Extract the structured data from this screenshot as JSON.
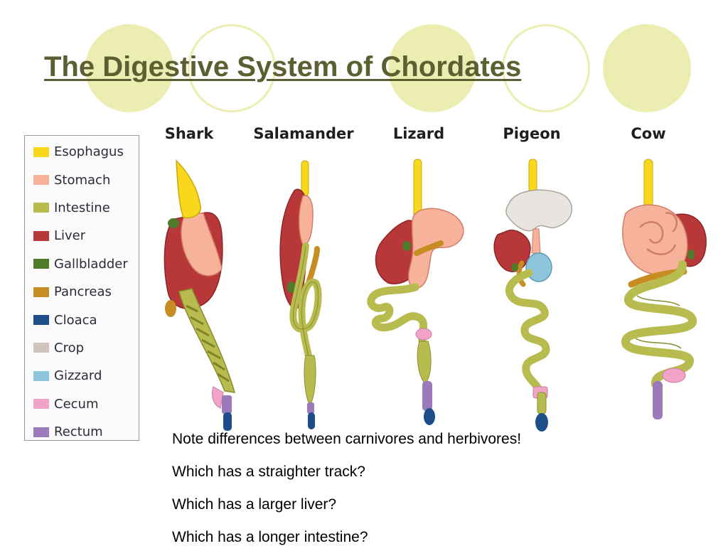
{
  "title": "The Digestive System of Chordates",
  "legend": [
    {
      "label": "Esophagus",
      "color": "#f7d81c"
    },
    {
      "label": "Stomach",
      "color": "#f6b29b"
    },
    {
      "label": "Intestine",
      "color": "#b8bc4e"
    },
    {
      "label": "Liver",
      "color": "#b8383a"
    },
    {
      "label": "Gallbladder",
      "color": "#4f7b2a"
    },
    {
      "label": "Pancreas",
      "color": "#c78c22"
    },
    {
      "label": "Cloaca",
      "color": "#1d4e8a"
    },
    {
      "label": "Crop",
      "color": "#cfc5bc"
    },
    {
      "label": "Gizzard",
      "color": "#8ec5de"
    },
    {
      "label": "Cecum",
      "color": "#f2a3c8"
    },
    {
      "label": "Rectum",
      "color": "#9a7ab8"
    }
  ],
  "animals": [
    {
      "name": "Shark"
    },
    {
      "name": "Salamander"
    },
    {
      "name": "Lizard"
    },
    {
      "name": "Pigeon"
    },
    {
      "name": "Cow"
    }
  ],
  "notes": [
    "Note differences between carnivores and herbivores!",
    "Which has a straighter track?",
    "Which has a larger liver?",
    "Which has a longer intestine?"
  ]
}
